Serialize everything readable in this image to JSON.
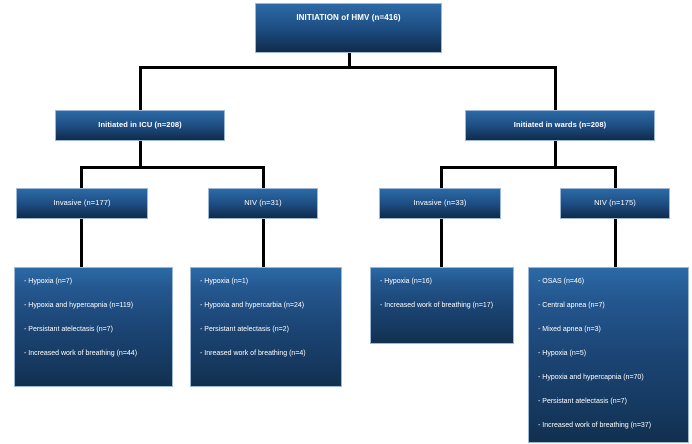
{
  "diagram": {
    "title_text": "INITIATION of HMV (n=416)",
    "level2": {
      "icu": "Initiated in ICU (n=208)",
      "wards": "Initiated in wards (n=208)"
    },
    "level3": {
      "icu_invasive": "Invasive (n=177)",
      "icu_niv": "NIV (n=31)",
      "wards_invasive": "Invasive (n=33)",
      "wards_niv": "NIV (n=175)"
    },
    "leaves": {
      "icu_invasive_items": [
        "- Hypoxia (n=7)",
        "- Hypoxia and hypercapnia (n=119)",
        "- Persistant atelectasis (n=7)",
        "- Increased work of breathing (n=44)"
      ],
      "icu_niv_items": [
        "- Hypoxia (n=1)",
        "- Hypoxia and hypercarbia (n=24)",
        "- Persistant atelectasis (n=2)",
        "- Inreased work of breathing (n=4)"
      ],
      "wards_invasive_items": [
        "- Hypoxia (n=16)",
        "- Increased work of breathing (n=17)"
      ],
      "wards_niv_items": [
        "- OSAS (n=46)",
        "- Central apnea (n=7)",
        "- Mixed apnea (n=3)",
        "- Hypoxia (n=5)",
        "- Hypoxia and hypercapnia (n=70)",
        "- Persistant atelectasis (n=7)",
        "- Increased work of breathing (n=37)"
      ]
    },
    "colors": {
      "box_top": "#2c6aa6",
      "box_bottom": "#0f2b49",
      "box_border": "#9cb8d8",
      "connector": "#000000",
      "text": "#ffffff",
      "background": "#ffffff"
    }
  }
}
